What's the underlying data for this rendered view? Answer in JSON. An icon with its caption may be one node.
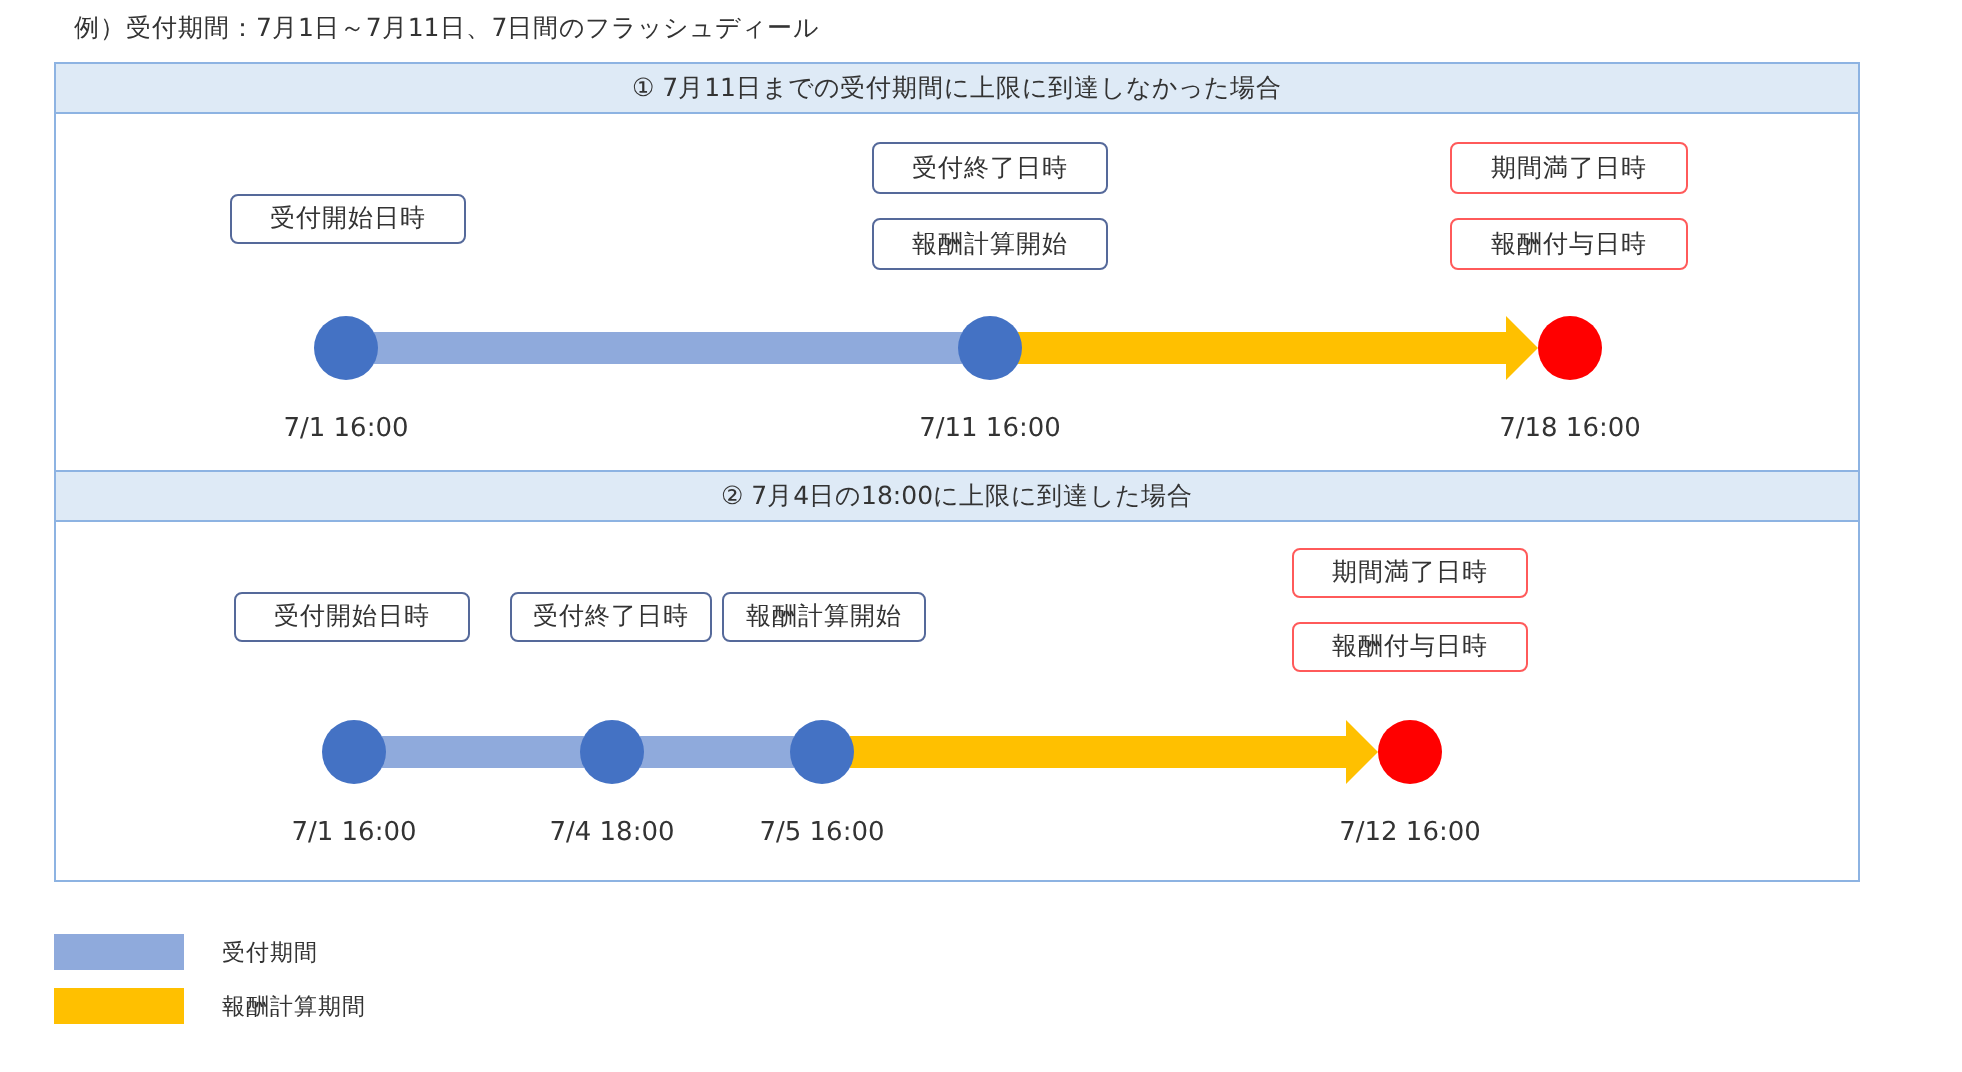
{
  "diagram": {
    "title": "例）受付期間：7月1日～7月11日、7日間のフラッシュディール",
    "nodes": [
      {
        "text": [
          "① 7月11日までの受付期間に上限に到達しなかった場合"
        ]
      },
      {
        "text": [
          "受付開始日時"
        ],
        "in": 0
      },
      {
        "text": [
          "受付終了日時"
        ],
        "in": 0
      },
      {
        "text": [
          "報酬計算開始"
        ],
        "in": 0
      },
      {
        "text": [
          "期間満了日時"
        ],
        "in": 0
      },
      {
        "text": [
          "報酬付与日時"
        ],
        "in": 0
      },
      {
        "text": [],
        "shape": "circle",
        "in": 0,
        "beside": [
          "7/1 16:00"
        ]
      },
      {
        "text": [],
        "shape": "circle",
        "in": 0,
        "beside": [
          "7/11 16:00"
        ]
      },
      {
        "text": [],
        "shape": "circle",
        "in": 0,
        "beside": [
          "7/18 16:00"
        ]
      },
      {
        "text": [
          "② 7月4日の18:00に上限に到達した場合"
        ]
      },
      {
        "text": [
          "受付開始日時"
        ],
        "in": 9
      },
      {
        "text": [
          "受付終了日時"
        ],
        "in": 9
      },
      {
        "text": [
          "報酬計算開始"
        ],
        "in": 9
      },
      {
        "text": [
          "期間満了日時"
        ],
        "in": 9
      },
      {
        "text": [
          "報酬付与日時"
        ],
        "in": 9
      },
      {
        "text": [],
        "shape": "circle",
        "in": 9,
        "beside": [
          "7/1 16:00"
        ]
      },
      {
        "text": [],
        "shape": "circle",
        "in": 9,
        "beside": [
          "7/4 18:00"
        ]
      },
      {
        "text": [],
        "shape": "circle",
        "in": 9,
        "beside": [
          "7/5 16:00"
        ]
      },
      {
        "text": [],
        "shape": "circle",
        "in": 9,
        "beside": [
          "7/12 16:00"
        ]
      }
    ],
    "edges": [
      {
        "from": 6,
        "to": 7,
        "arrow": "none"
      },
      {
        "from": 7,
        "to": 8,
        "arrow": "to",
        "color": "#ffc000"
      },
      {
        "from": 15,
        "to": 16,
        "arrow": "none"
      },
      {
        "from": 16,
        "to": 17,
        "arrow": "none"
      },
      {
        "from": 17,
        "to": 18,
        "arrow": "to",
        "color": "#ffc000"
      }
    ],
    "legend": [
      {
        "text": "受付期間",
        "color": "#8faadc"
      },
      {
        "text": "報酬計算期間",
        "color": "#ffc000"
      }
    ]
  }
}
